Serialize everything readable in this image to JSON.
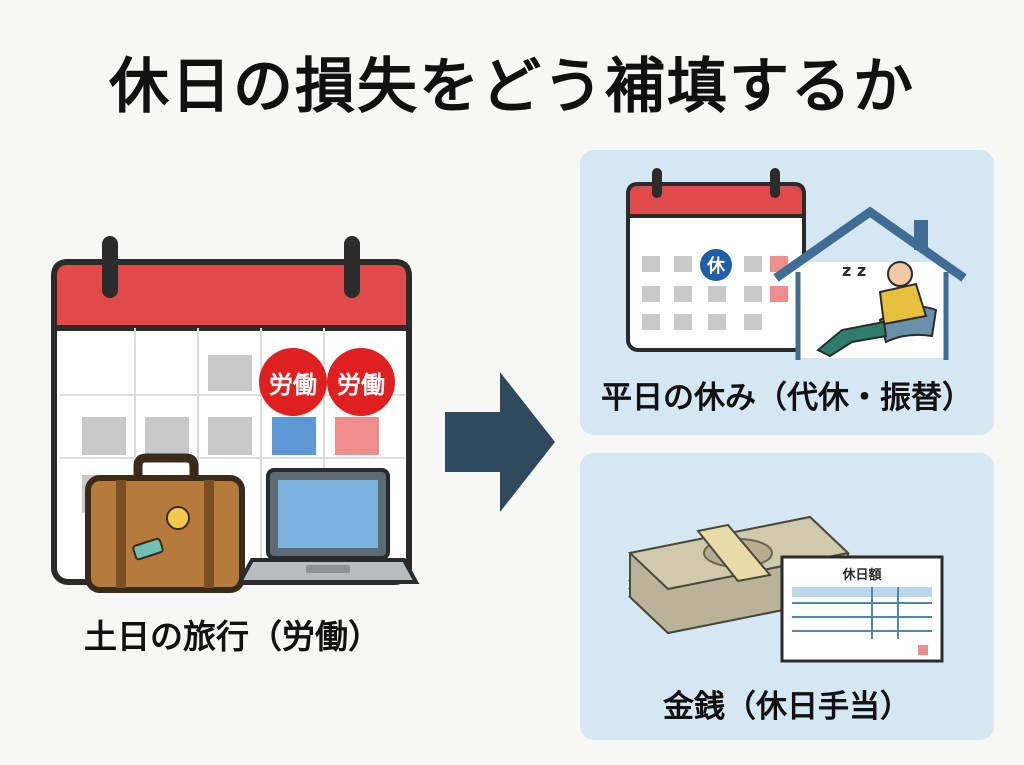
{
  "title": "休日の損失をどう補填するか",
  "left": {
    "label": "土日の旅行（労働）",
    "badges": [
      "労働",
      "労働"
    ]
  },
  "right_top": {
    "label": "平日の休み（代休・振替）",
    "badge": "休",
    "sleep_mark": "z z"
  },
  "right_bottom": {
    "label": "金銭（休日手当）",
    "form_title": "休日額"
  },
  "colors": {
    "calendar_red": "#e04a4a",
    "panel_bg": "#d4e7f2",
    "arrow": "#2f4a5c",
    "badge_red": "#e02020",
    "badge_blue": "#1f5ea8"
  }
}
